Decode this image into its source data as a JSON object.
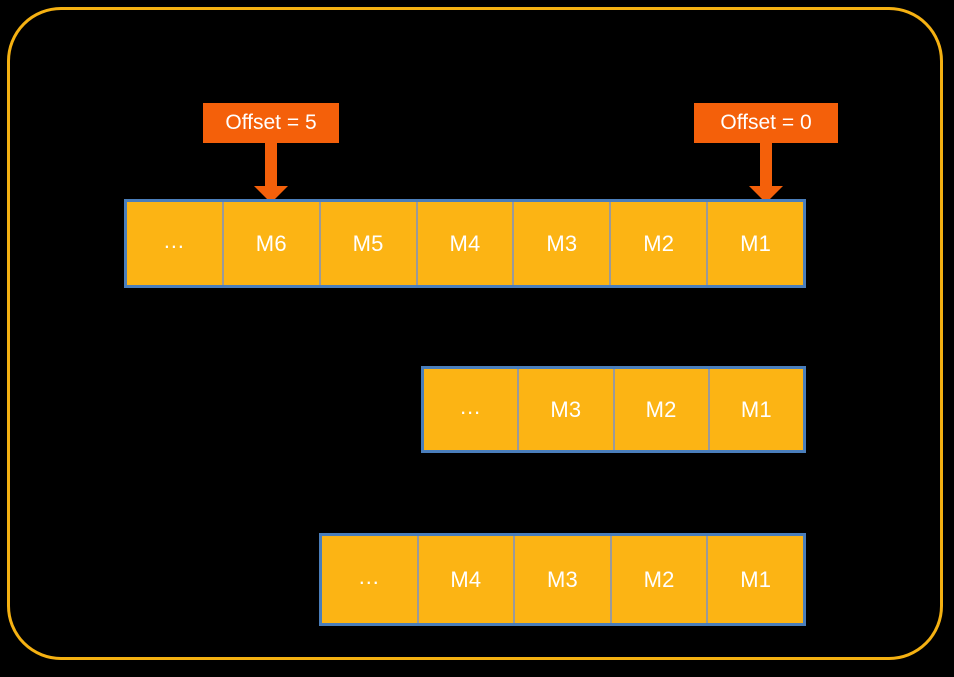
{
  "diagram": {
    "title": "Kafka partition offsets diagram",
    "background_color": "#000000",
    "frame_color": "#F5B112",
    "cell_fill_color": "#FCB414",
    "row_border_color": "#4A7EBB",
    "cell_divider_color": "#9A9A9A",
    "callout_color": "#F4600A",
    "label_text_color": "#FFFFFF"
  },
  "callouts": [
    {
      "id": "offset-5",
      "label": "Offset = 5",
      "direction": "down"
    },
    {
      "id": "offset-0",
      "label": "Offset = 0",
      "direction": "down"
    }
  ],
  "rows": [
    {
      "id": "row-top",
      "cells": [
        {
          "label": "…",
          "kind": "ellipsis"
        },
        {
          "label": "M6",
          "kind": "message"
        },
        {
          "label": "M5",
          "kind": "message"
        },
        {
          "label": "M4",
          "kind": "message"
        },
        {
          "label": "M3",
          "kind": "message"
        },
        {
          "label": "M2",
          "kind": "message"
        },
        {
          "label": "M1",
          "kind": "message"
        }
      ]
    },
    {
      "id": "row-mid",
      "cells": [
        {
          "label": "…",
          "kind": "ellipsis"
        },
        {
          "label": "M3",
          "kind": "message"
        },
        {
          "label": "M2",
          "kind": "message"
        },
        {
          "label": "M1",
          "kind": "message"
        }
      ]
    },
    {
      "id": "row-bot",
      "cells": [
        {
          "label": "…",
          "kind": "ellipsis"
        },
        {
          "label": "M4",
          "kind": "message"
        },
        {
          "label": "M3",
          "kind": "message"
        },
        {
          "label": "M2",
          "kind": "message"
        },
        {
          "label": "M1",
          "kind": "message"
        }
      ]
    }
  ]
}
